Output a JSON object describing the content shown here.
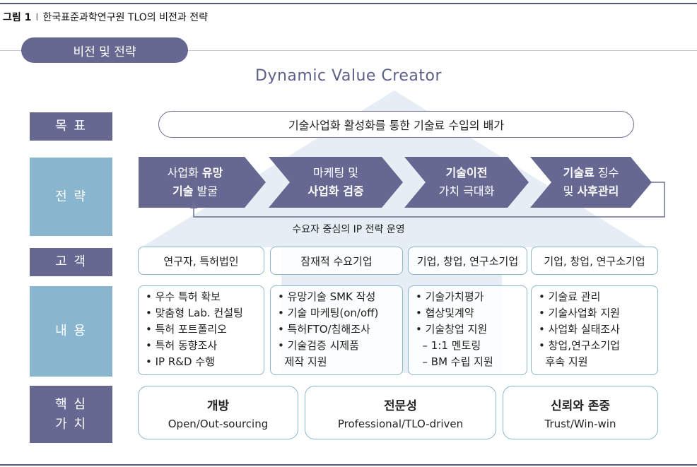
{
  "caption": {
    "figure": "그림 1",
    "separator": "I",
    "title": "한국표준과학연구원 TLO의 비전과 전략"
  },
  "header_pill": "비전 및 전략",
  "slogan": "Dynamic Value Creator",
  "rows": {
    "goal": {
      "label": "목 표",
      "text": "기술사업화 활성화를 통한 기술료 수입의 배가"
    },
    "strategy": {
      "label": "전 략",
      "steps": [
        {
          "line1_a": "사업화 ",
          "line1_b": "유망",
          "line2_a": "기술",
          "line2_b": " 발굴"
        },
        {
          "line1_a": "마케팅 및",
          "line1_b": "",
          "line2_a": "사업화 검증",
          "line2_b": ""
        },
        {
          "line1_a": "기술이전",
          "line1_b": "",
          "line2_a": "가치 극대화",
          "line2_b": ""
        },
        {
          "line1_a": "기술료",
          "line1_b": " 징수",
          "line2_a": "및 ",
          "line2_b": "사후관리"
        }
      ],
      "loop_note": "수요자 중심의 IP 전략 운영"
    },
    "customer": {
      "label": "고 객",
      "items": [
        "연구자, 특허법인",
        "잠재적 수요기업",
        "기업, 창업, 연구소기업",
        "기업, 창업, 연구소기업"
      ]
    },
    "contents": {
      "label": "내 용",
      "columns": [
        [
          "• 우수 특허 확보",
          "• 맞춤형 Lab. 컨설팅",
          "• 특허 포트폴리오",
          "• 특허 동향조사",
          "• IP R&D 수행"
        ],
        [
          "• 유망기술 SMK 작성",
          "• 기술 마케팅(on/off)",
          "• 특허FTO/침해조사",
          "• 기술검증 시제품",
          "  제작 지원"
        ],
        [
          "• 기술가치평가",
          "• 협상및계약",
          "• 기술창업 지원",
          "  – 1:1 멘토링",
          "  – BM 수립 지원"
        ],
        [
          "• 기술료 관리",
          "• 기술사업화 지원",
          "• 사업화 실태조사",
          "• 창업,연구소기업",
          "  후속 지원"
        ]
      ]
    },
    "core_values": {
      "label_line1": "핵 심",
      "label_line2": "가 치",
      "items": [
        {
          "title": "개방",
          "subtitle": "Open/Out-sourcing"
        },
        {
          "title": "전문성",
          "subtitle": "Professional/TLO-driven"
        },
        {
          "title": "신뢰와 존중",
          "subtitle": "Trust/Win-win"
        }
      ]
    }
  },
  "colors": {
    "dark_label": "#666892",
    "light_label": "#8ab5cf",
    "arrow_bg": "#e3ebf3"
  }
}
